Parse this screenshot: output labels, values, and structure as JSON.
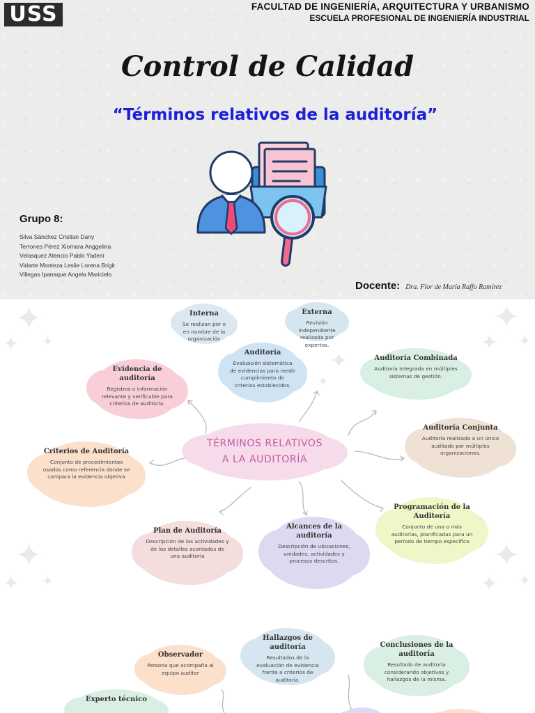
{
  "header": {
    "logo": "USS",
    "faculty": "FACULTAD DE INGENIERÍA, ARQUITECTURA Y URBANISMO",
    "school": "ESCUELA PROFESIONAL DE INGENIERÍA INDUSTRIAL"
  },
  "cover": {
    "title": "Control de Calidad",
    "subtitle": "“Términos relativos de la auditoría”",
    "group_label": "Grupo 8:",
    "members": [
      "Silva Sánchez Cristian Dany",
      "Terrones Pérez Xiomara Anggelina",
      "Velasquez Atencio Pablo Yadeni",
      "Vidarte Monteza Leslie Lorena Brigit",
      "Villegas Ipanaque Angela Maricielo"
    ],
    "docente_label": "Docente:",
    "docente_name": "Dra. Flor de María Raffo Ramírez",
    "illustration_icon": "auditor-with-documents-and-magnifier-icon"
  },
  "map": {
    "center": {
      "line1": "TÉRMINOS RELATIVOS",
      "line2": "A LA AUDITORÍA"
    },
    "nodes": {
      "interna": {
        "title": "Interna",
        "desc": "Se realizan por o en nombre de la organización"
      },
      "externa": {
        "title": "Externa",
        "desc": "Revisión independiente realizada por expertos."
      },
      "auditoria": {
        "title": "Auditoría",
        "desc": "Evaluación sistemática de evidencias para medir cumplimiento de criterios establecidos."
      },
      "evidencia": {
        "title": "Evidencia de auditoría",
        "desc": "Registros o información relevante y verificable para criterios de auditoría."
      },
      "combinada": {
        "title": "Auditoría Combinada",
        "desc": "Auditoría integrada en múltiples sistemas de gestión."
      },
      "conjunta": {
        "title": "Auditoría Conjunta",
        "desc": "Auditoría realizada a un único auditado por múltiples organizaciones."
      },
      "criterios": {
        "title": "Criterios de Auditoría",
        "desc": "Conjunto de procedimientos usados como referencia donde se compara la evidencia objetiva"
      },
      "programacion": {
        "title": "Programación de la Auditoría",
        "desc": "Conjunto de una o más auditorías, planificadas para un período de tiempo específico"
      },
      "plan": {
        "title": "Plan de Auditoría",
        "desc": "Descripción de las actividades y de los detalles acordados de una auditoría"
      },
      "alcances": {
        "title": "Alcances de la auditoría",
        "desc": "Descripción de ubicaciones, unidades, actividades y procesos descritos."
      },
      "hallazgos": {
        "title": "Hallazgos de auditoría",
        "desc": "Resultados de la evaluación de evidencia frente a criterios de auditoría."
      },
      "conclusiones": {
        "title": "Conclusiones de la auditoría",
        "desc": "Resultado de auditoría considerando objetivos y hallazgos de la misma."
      },
      "observador": {
        "title": "Observador",
        "desc": "Persona que acompaña al equipo auditor"
      },
      "experto": {
        "title": "Experto técnico",
        "desc": ""
      }
    }
  },
  "colors": {
    "subtitle_blue": "#1c1fd8",
    "center_text": "#c45aa5",
    "cover_bg": "#ececeb"
  }
}
